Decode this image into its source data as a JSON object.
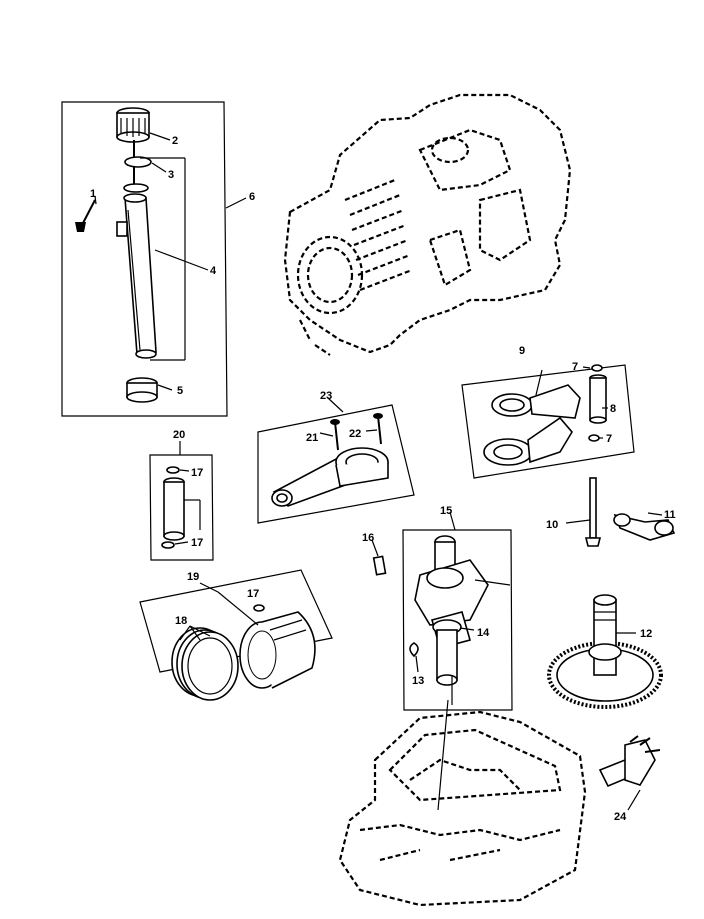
{
  "callouts": {
    "c1": "1",
    "c2": "2",
    "c3": "3",
    "c4": "4",
    "c5": "5",
    "c6": "6",
    "c7a": "7",
    "c7b": "7",
    "c8": "8",
    "c9": "9",
    "c10": "10",
    "c11": "11",
    "c12": "12",
    "c13": "13",
    "c14": "14",
    "c15": "15",
    "c16": "16",
    "c17a": "17",
    "c17b": "17",
    "c17c": "17",
    "c18": "18",
    "c19": "19",
    "c20": "20",
    "c21": "21",
    "c22": "22",
    "c23": "23",
    "c24": "24"
  }
}
